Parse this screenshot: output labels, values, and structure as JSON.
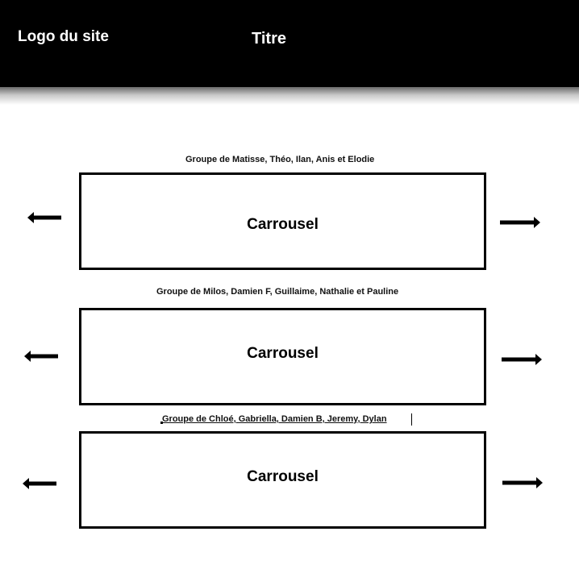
{
  "header": {
    "logo_text": "Logo du site",
    "title_text": "Titre"
  },
  "groups": [
    {
      "label": "Groupe de Matisse, Théo, Ilan, Anis et Elodie",
      "carousel_label": "Carrousel"
    },
    {
      "label": "Groupe de Milos, Damien F, Guillaime, Nathalie et Pauline",
      "carousel_label": "Carrousel"
    },
    {
      "label": "Groupe de Chloé, Gabriella, Damien B, Jeremy, Dylan",
      "carousel_label": "Carrousel"
    }
  ],
  "icons": {
    "prev": "arrow-left-icon",
    "next": "arrow-right-icon"
  },
  "colors": {
    "header_bg": "#000000",
    "header_text": "#ffffff",
    "page_bg": "#ffffff",
    "border": "#000000"
  }
}
